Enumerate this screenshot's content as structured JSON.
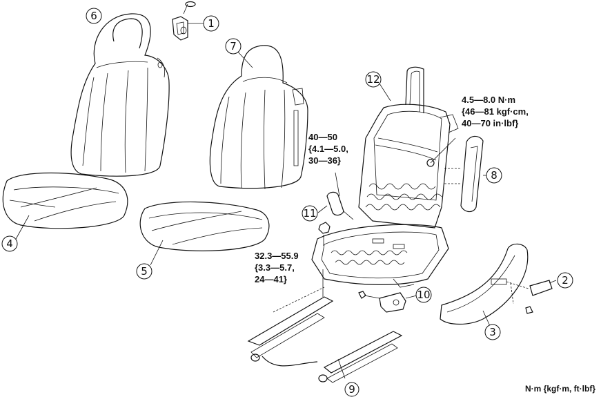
{
  "callouts": [
    {
      "id": "c1",
      "label": "1"
    },
    {
      "id": "c2",
      "label": "2"
    },
    {
      "id": "c3",
      "label": "3"
    },
    {
      "id": "c4",
      "label": "4"
    },
    {
      "id": "c5",
      "label": "5"
    },
    {
      "id": "c6",
      "label": "6"
    },
    {
      "id": "c7",
      "label": "7"
    },
    {
      "id": "c8",
      "label": "8"
    },
    {
      "id": "c9",
      "label": "9"
    },
    {
      "id": "c10",
      "label": "10"
    },
    {
      "id": "c11",
      "label": "11"
    },
    {
      "id": "c12",
      "label": "12"
    }
  ],
  "torque_specs": {
    "recliner": [
      "4.5—8.0 N·m",
      "{46—81 kgf·cm,",
      "40—70 in·lbf}"
    ],
    "belt_buckle": [
      "40—50",
      "{4.1—5.0,",
      "30—36}"
    ],
    "rail_nut": [
      "32.3—55.9",
      "{3.3—5.7,",
      "24—41}"
    ]
  },
  "units_legend": "N·m {kgf·m, ft·lbf}"
}
